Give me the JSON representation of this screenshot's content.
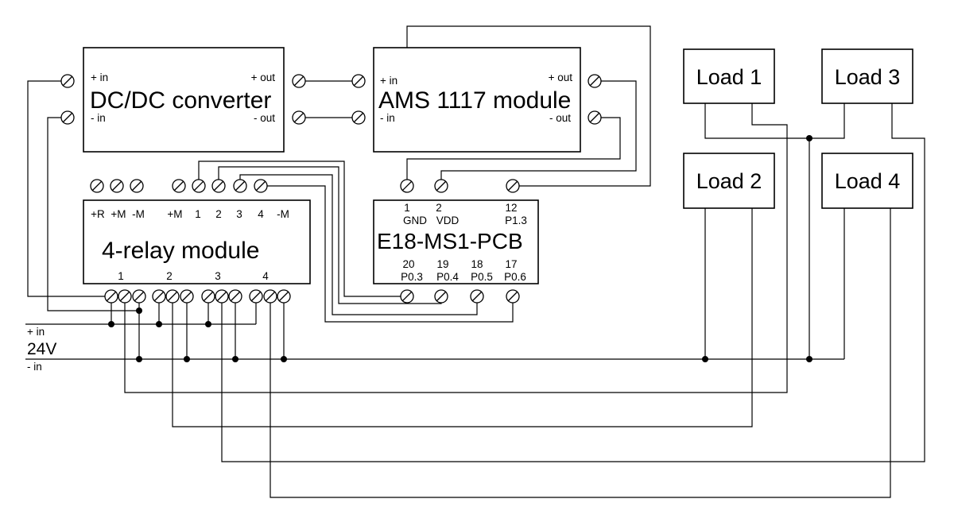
{
  "dcdc": {
    "title": "DC/DC converter",
    "in_plus": "+ in",
    "in_minus": "- in",
    "out_plus": "+ out",
    "out_minus": "- out"
  },
  "ams": {
    "title": "AMS 1117 module",
    "in_plus": "+ in",
    "in_minus": "- in",
    "out_plus": "+ out",
    "out_minus": "- out"
  },
  "relay": {
    "title": "4-relay module",
    "top_pins": [
      "+R",
      "+M",
      "-M",
      "+M",
      "1",
      "2",
      "3",
      "4",
      "-M"
    ],
    "bottom_pins": [
      "1",
      "2",
      "3",
      "4"
    ]
  },
  "e18": {
    "title": "E18-MS1-PCB",
    "top_pins": [
      {
        "num": "1",
        "name": "GND"
      },
      {
        "num": "2",
        "name": "VDD"
      },
      {
        "num": "12",
        "name": "P1.3"
      }
    ],
    "bottom_pins": [
      {
        "num": "20",
        "name": "P0.3"
      },
      {
        "num": "19",
        "name": "P0.4"
      },
      {
        "num": "18",
        "name": "P0.5"
      },
      {
        "num": "17",
        "name": "P0.6"
      }
    ]
  },
  "loads": [
    "Load 1",
    "Load 2",
    "Load 3",
    "Load 4"
  ],
  "supply": {
    "plus": "+ in",
    "voltage": "24V",
    "minus": "- in"
  }
}
